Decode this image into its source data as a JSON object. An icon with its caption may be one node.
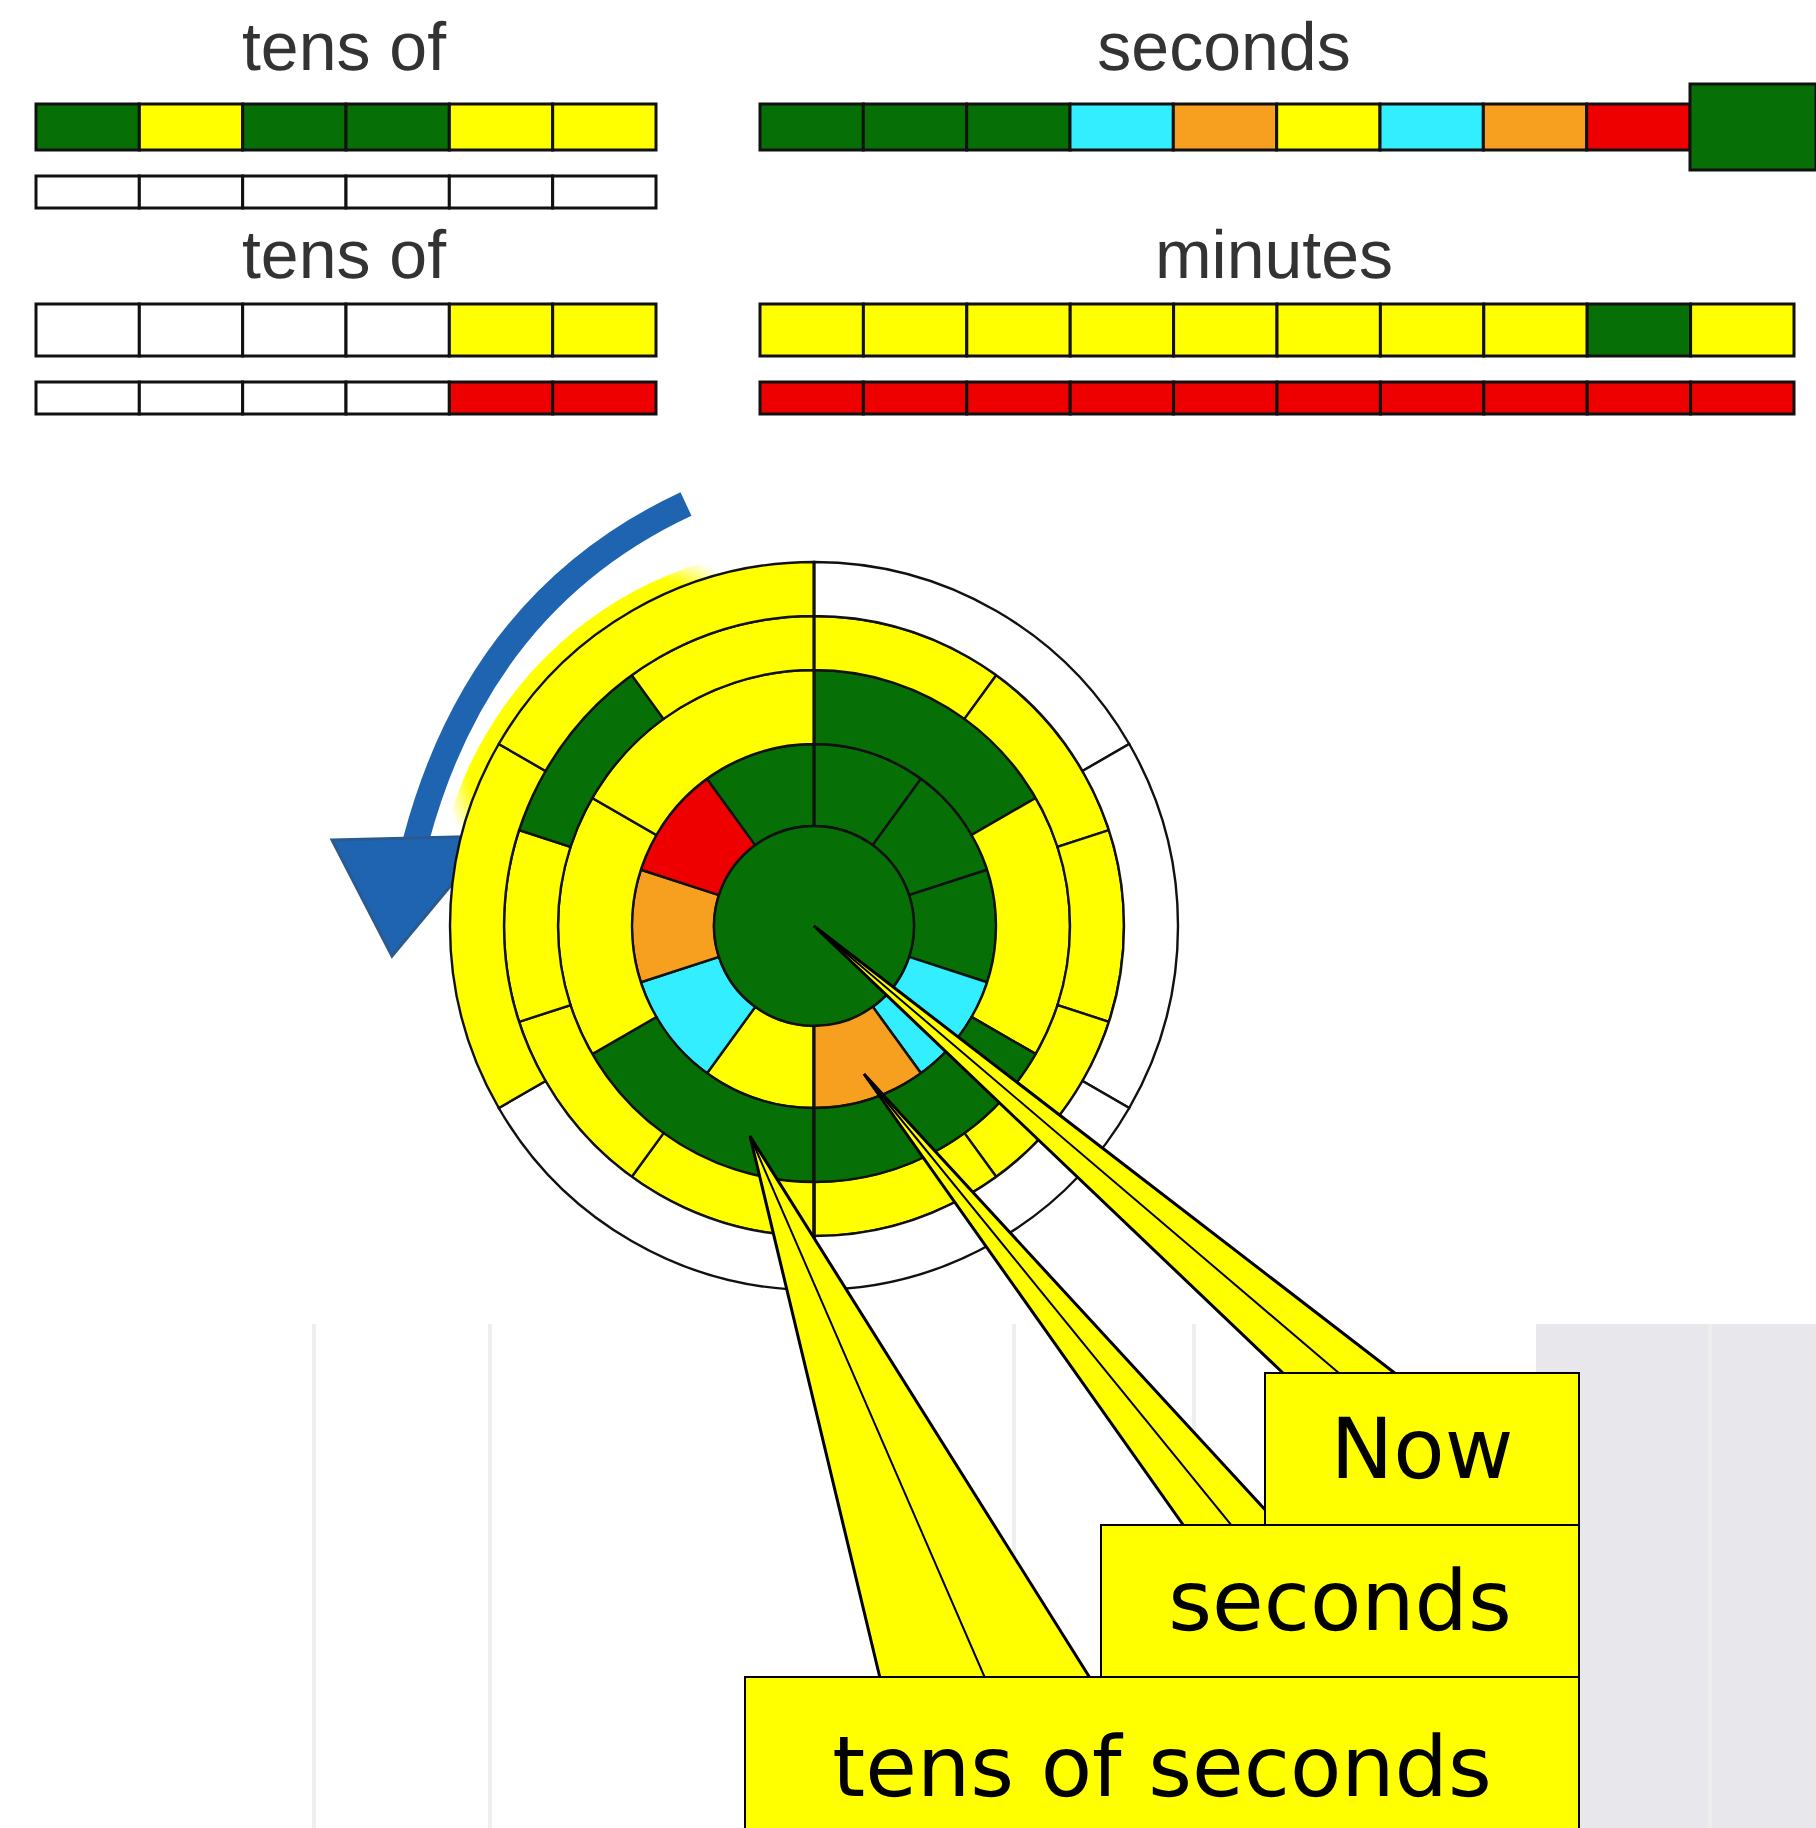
{
  "diagram": {
    "nodes": [
      {
        "text": [
          "Now"
        ]
      },
      {
        "text": [
          "seconds"
        ]
      },
      {
        "text": [
          "tens of seconds"
        ]
      },
      {
        "text": [],
        "shape": "circle"
      },
      {
        "text": [],
        "shape": "segment"
      },
      {
        "text": [],
        "shape": "segment"
      }
    ],
    "edges": [
      {
        "from": 0,
        "to": 3,
        "arrow": "none"
      },
      {
        "from": 1,
        "to": 4,
        "arrow": "none"
      },
      {
        "from": 2,
        "to": 5,
        "arrow": "none"
      }
    ],
    "labels": [
      "tens of",
      "seconds",
      "tens of",
      "minutes"
    ]
  }
}
